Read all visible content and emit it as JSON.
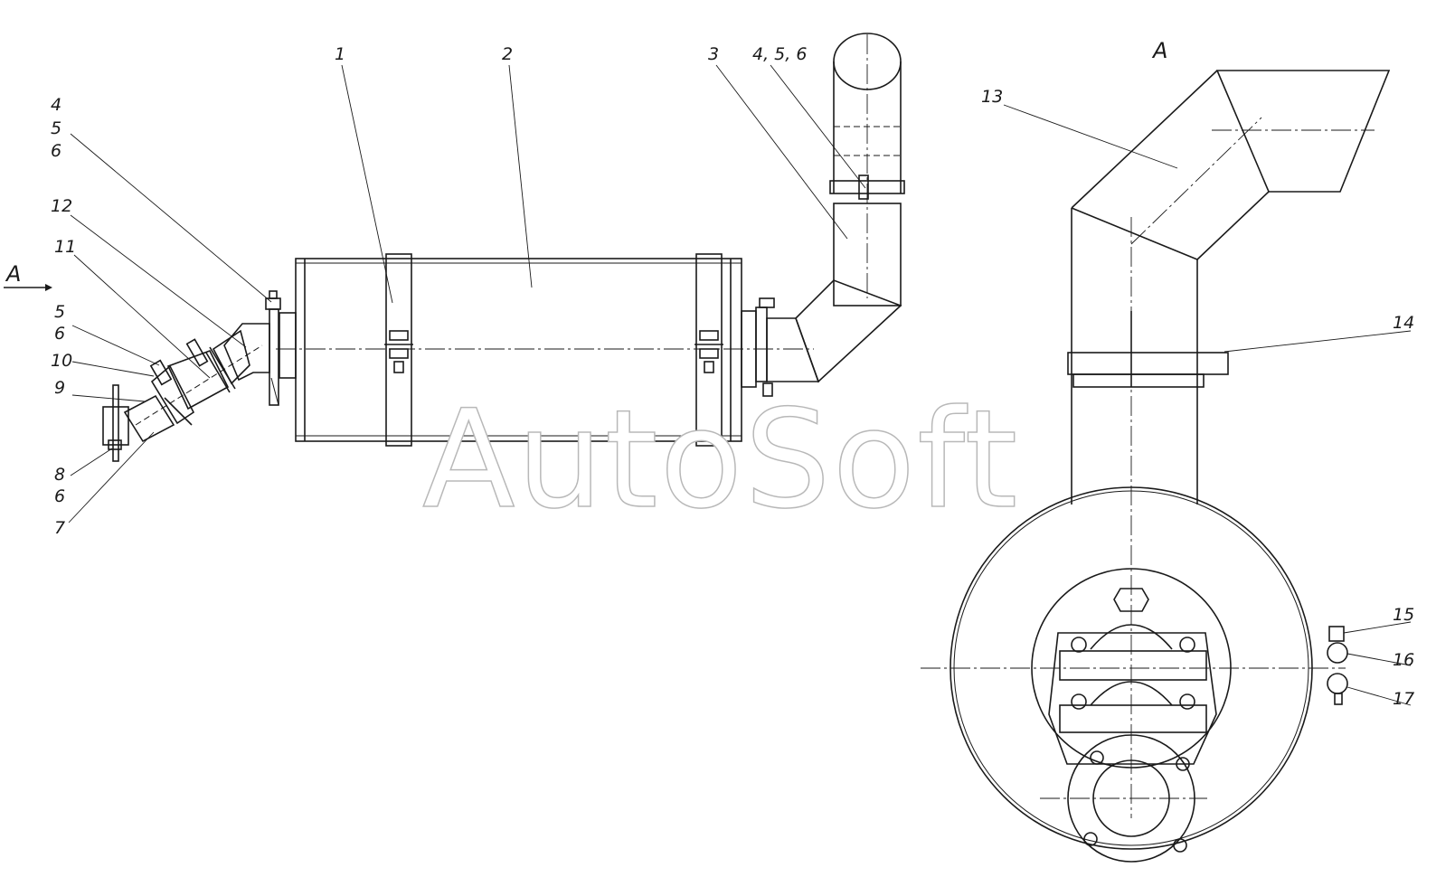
{
  "drawing": {
    "watermark": "AutoSoft",
    "view_label_arrow": "A",
    "view_label_section": "A",
    "callouts": [
      {
        "id": "c1",
        "text": "1"
      },
      {
        "id": "c2",
        "text": "2"
      },
      {
        "id": "c3",
        "text": "3"
      },
      {
        "id": "c456top",
        "text": "4, 5, 6"
      },
      {
        "id": "c4left",
        "text": "4"
      },
      {
        "id": "c5left",
        "text": "5"
      },
      {
        "id": "c6left",
        "text": "6"
      },
      {
        "id": "c12",
        "text": "12"
      },
      {
        "id": "c11",
        "text": "11"
      },
      {
        "id": "c5b",
        "text": "5"
      },
      {
        "id": "c6b",
        "text": "6"
      },
      {
        "id": "c10",
        "text": "10"
      },
      {
        "id": "c9",
        "text": "9"
      },
      {
        "id": "c8",
        "text": "8"
      },
      {
        "id": "c6c",
        "text": "6"
      },
      {
        "id": "c7",
        "text": "7"
      },
      {
        "id": "c13",
        "text": "13"
      },
      {
        "id": "c14",
        "text": "14"
      },
      {
        "id": "c15",
        "text": "15"
      },
      {
        "id": "c16",
        "text": "16"
      },
      {
        "id": "c17",
        "text": "17"
      }
    ]
  }
}
